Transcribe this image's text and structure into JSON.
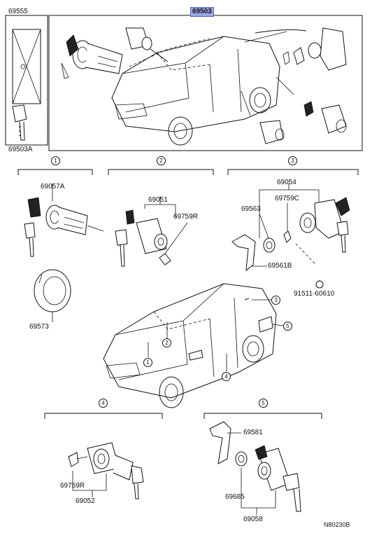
{
  "diagram": {
    "code": "N80230B",
    "top_box_label": "69503",
    "group_markers": [
      "1",
      "2",
      "3",
      "4",
      "5"
    ],
    "labels": {
      "p69555": "69555",
      "p69503A": "69503A",
      "p69057A": "69057A",
      "p69573": "69573",
      "p69051": "69051",
      "p69759R_a": "69759R",
      "p69054": "69054",
      "p69563": "69563",
      "p69759C": "69759C",
      "p69561B": "69561B",
      "p91511": "91511-60610",
      "p69581": "69581",
      "p69685": "69685",
      "p69058": "69058",
      "p69759R_b": "69759R",
      "p69052": "69052"
    }
  }
}
